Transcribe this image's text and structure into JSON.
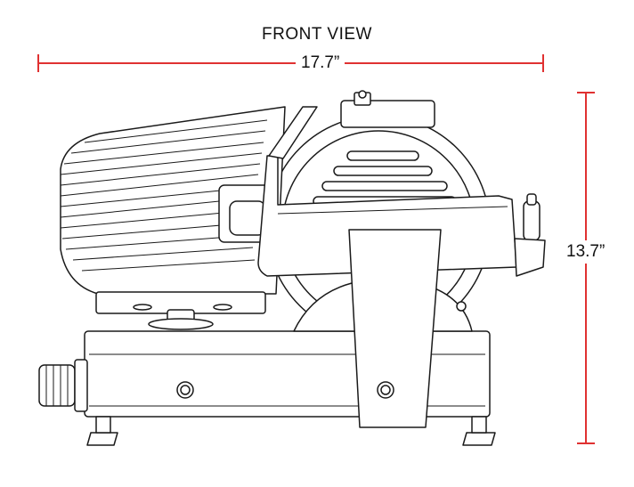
{
  "title": "FRONT VIEW",
  "dimensions": {
    "width": "17.7”",
    "height": "13.7”"
  },
  "colors": {
    "dimension_line": "#e03131",
    "outline": "#1a1a1a"
  }
}
